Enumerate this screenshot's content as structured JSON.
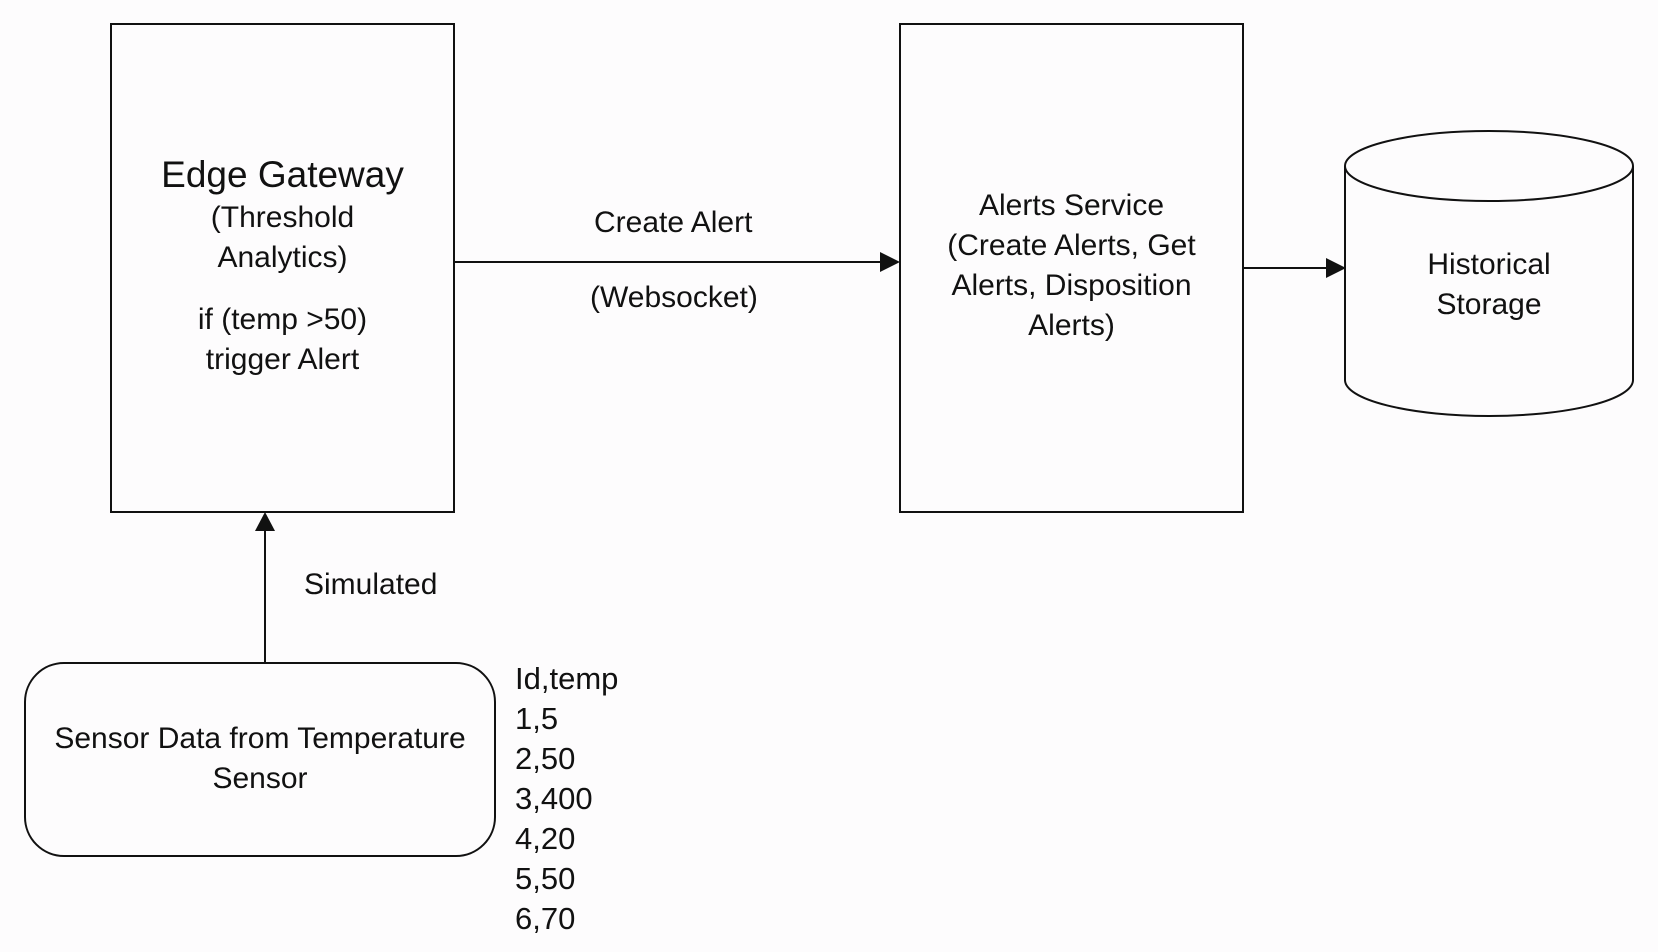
{
  "edge_gateway": {
    "title": "Edge Gateway",
    "subtitle_line1": "(Threshold",
    "subtitle_line2": "Analytics)",
    "rule_line1": "if (temp >50)",
    "rule_line2": "trigger Alert"
  },
  "alerts_service": {
    "line1": "Alerts Service",
    "line2": "(Create Alerts, Get",
    "line3": "Alerts, Disposition",
    "line4": "Alerts)"
  },
  "historical_storage": {
    "line1": "Historical",
    "line2": "Storage"
  },
  "sensor": {
    "line1": "Sensor Data from Temperature",
    "line2": "Sensor"
  },
  "edges": {
    "create_alert": "Create Alert",
    "websocket": "(Websocket)",
    "simulated": "Simulated"
  },
  "sensor_data": {
    "header": "Id,temp",
    "rows": [
      "1,5",
      "2,50",
      "3,400",
      "4,20",
      "5,50",
      "6,70"
    ]
  }
}
